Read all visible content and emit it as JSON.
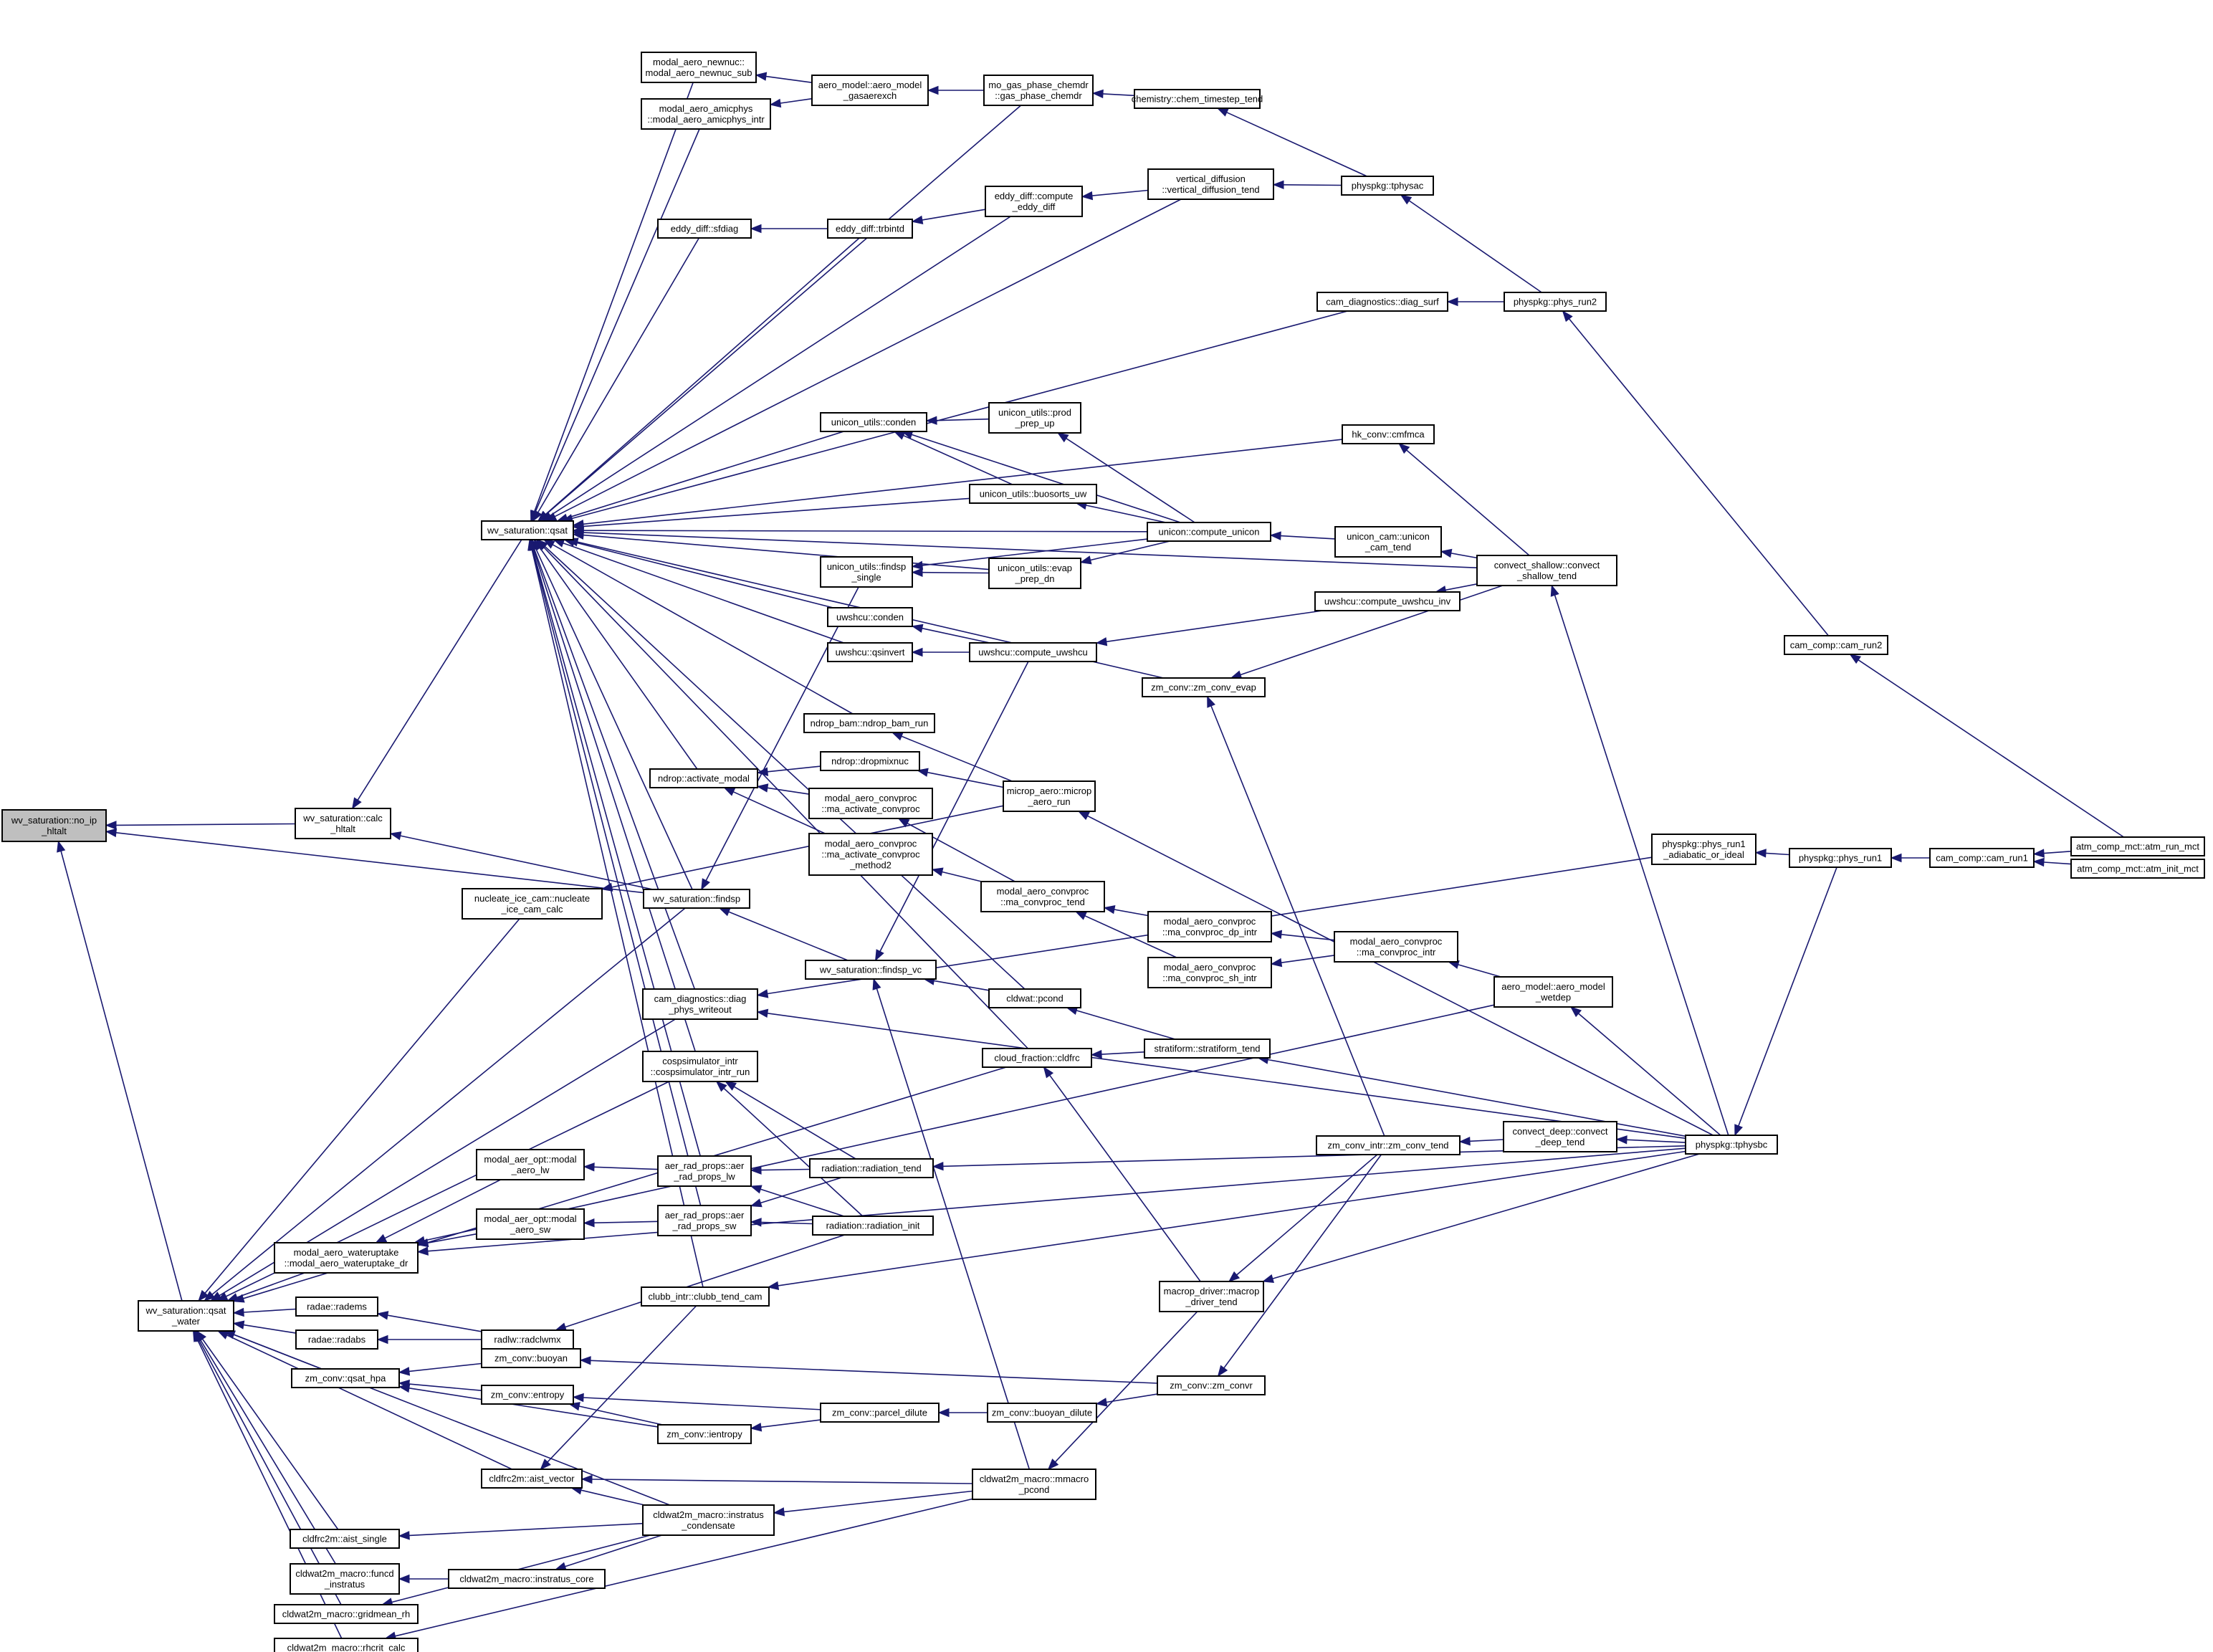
{
  "colors": {
    "edge": "#191970",
    "node_fill": "#ffffff",
    "root_fill": "#bfbfbf",
    "border": "#000000"
  },
  "nodes": [
    {
      "id": "no_ip_hltalt",
      "lines": [
        "wv_saturation::no_ip",
        "_hltalt"
      ],
      "root": true
    },
    {
      "id": "calc_hltalt",
      "lines": [
        "wv_saturation::calc",
        "_hltalt"
      ]
    },
    {
      "id": "qsat",
      "lines": [
        "wv_saturation::qsat"
      ]
    },
    {
      "id": "qsat_water",
      "lines": [
        "wv_saturation::qsat",
        "_water"
      ]
    },
    {
      "id": "findsp",
      "lines": [
        "wv_saturation::findsp"
      ]
    },
    {
      "id": "findsp_vc",
      "lines": [
        "wv_saturation::findsp_vc"
      ]
    },
    {
      "id": "newnuc",
      "lines": [
        "modal_aero_newnuc::",
        "modal_aero_newnuc_sub"
      ]
    },
    {
      "id": "amicphys",
      "lines": [
        "modal_aero_amicphys",
        "::modal_aero_amicphys_intr"
      ]
    },
    {
      "id": "gasaerexch",
      "lines": [
        "aero_model::aero_model",
        "_gasaerexch"
      ]
    },
    {
      "id": "gas_phase",
      "lines": [
        "mo_gas_phase_chemdr",
        "::gas_phase_chemdr"
      ]
    },
    {
      "id": "chem_ts",
      "lines": [
        "chemistry::chem_timestep_tend"
      ]
    },
    {
      "id": "tphysac",
      "lines": [
        "physpkg::tphysac"
      ]
    },
    {
      "id": "vdiff",
      "lines": [
        "vertical_diffusion",
        "::vertical_diffusion_tend"
      ]
    },
    {
      "id": "eddy_compute",
      "lines": [
        "eddy_diff::compute",
        "_eddy_diff"
      ]
    },
    {
      "id": "sfdiag",
      "lines": [
        "eddy_diff::sfdiag"
      ]
    },
    {
      "id": "trbintd",
      "lines": [
        "eddy_diff::trbintd"
      ]
    },
    {
      "id": "diag_surf",
      "lines": [
        "cam_diagnostics::diag_surf"
      ]
    },
    {
      "id": "phys_run2",
      "lines": [
        "physpkg::phys_run2"
      ]
    },
    {
      "id": "cam_run2",
      "lines": [
        "cam_comp::cam_run2"
      ]
    },
    {
      "id": "atm_run",
      "lines": [
        "atm_comp_mct::atm_run_mct"
      ]
    },
    {
      "id": "atm_init",
      "lines": [
        "atm_comp_mct::atm_init_mct"
      ]
    },
    {
      "id": "cam_run1",
      "lines": [
        "cam_comp::cam_run1"
      ]
    },
    {
      "id": "phys_run1",
      "lines": [
        "physpkg::phys_run1"
      ]
    },
    {
      "id": "phys_run1_ai",
      "lines": [
        "physpkg::phys_run1",
        "_adiabatic_or_ideal"
      ]
    },
    {
      "id": "tphysbc",
      "lines": [
        "physpkg::tphysbc"
      ]
    },
    {
      "id": "conden",
      "lines": [
        "unicon_utils::conden"
      ]
    },
    {
      "id": "prod_prep",
      "lines": [
        "unicon_utils::prod",
        "_prep_up"
      ]
    },
    {
      "id": "buosorts",
      "lines": [
        "unicon_utils::buosorts_uw"
      ]
    },
    {
      "id": "compute_unicon",
      "lines": [
        "unicon::compute_unicon"
      ]
    },
    {
      "id": "unicon_cam",
      "lines": [
        "unicon_cam::unicon",
        "_cam_tend"
      ]
    },
    {
      "id": "hk_cmfmca",
      "lines": [
        "hk_conv::cmfmca"
      ]
    },
    {
      "id": "convect_shallow",
      "lines": [
        "convect_shallow::convect",
        "_shallow_tend"
      ]
    },
    {
      "id": "findsp_single",
      "lines": [
        "unicon_utils::findsp",
        "_single"
      ]
    },
    {
      "id": "evap_prep",
      "lines": [
        "unicon_utils::evap",
        "_prep_dn"
      ]
    },
    {
      "id": "uw_conden",
      "lines": [
        "uwshcu::conden"
      ]
    },
    {
      "id": "uw_qsinvert",
      "lines": [
        "uwshcu::qsinvert"
      ]
    },
    {
      "id": "uw_compute",
      "lines": [
        "uwshcu::compute_uwshcu"
      ]
    },
    {
      "id": "uw_inv",
      "lines": [
        "uwshcu::compute_uwshcu_inv"
      ]
    },
    {
      "id": "zm_conv_evap",
      "lines": [
        "zm_conv::zm_conv_evap"
      ]
    },
    {
      "id": "ndrop_bam",
      "lines": [
        "ndrop_bam::ndrop_bam_run"
      ]
    },
    {
      "id": "dropmixnuc",
      "lines": [
        "ndrop::dropmixnuc"
      ]
    },
    {
      "id": "activate_modal",
      "lines": [
        "ndrop::activate_modal"
      ]
    },
    {
      "id": "microp_aero",
      "lines": [
        "microp_aero::microp",
        "_aero_run"
      ]
    },
    {
      "id": "ma_activate",
      "lines": [
        "modal_aero_convproc",
        "::ma_activate_convproc"
      ]
    },
    {
      "id": "ma_activate2",
      "lines": [
        "modal_aero_convproc",
        "::ma_activate_convproc",
        "_method2"
      ]
    },
    {
      "id": "ma_convproc_tend",
      "lines": [
        "modal_aero_convproc",
        "::ma_convproc_tend"
      ]
    },
    {
      "id": "ma_dp",
      "lines": [
        "modal_aero_convproc",
        "::ma_convproc_dp_intr"
      ]
    },
    {
      "id": "ma_sh",
      "lines": [
        "modal_aero_convproc",
        "::ma_convproc_sh_intr"
      ]
    },
    {
      "id": "ma_intr",
      "lines": [
        "modal_aero_convproc",
        "::ma_convproc_intr"
      ]
    },
    {
      "id": "wetdep",
      "lines": [
        "aero_model::aero_model",
        "_wetdep"
      ]
    },
    {
      "id": "nucleate",
      "lines": [
        "nucleate_ice_cam::nucleate",
        "_ice_cam_calc"
      ]
    },
    {
      "id": "cldwat_pcond",
      "lines": [
        "cldwat::pcond"
      ]
    },
    {
      "id": "diag_phys",
      "lines": [
        "cam_diagnostics::diag",
        "_phys_writeout"
      ]
    },
    {
      "id": "cldfrc",
      "lines": [
        "cloud_fraction::cldfrc"
      ]
    },
    {
      "id": "stratiform",
      "lines": [
        "stratiform::stratiform_tend"
      ]
    },
    {
      "id": "cosp",
      "lines": [
        "cospsimulator_intr",
        "::cospsimulator_intr_run"
      ]
    },
    {
      "id": "zm_conv_tend",
      "lines": [
        "zm_conv_intr::zm_conv_tend"
      ]
    },
    {
      "id": "convect_deep",
      "lines": [
        "convect_deep::convect",
        "_deep_tend"
      ]
    },
    {
      "id": "aer_lw_opt",
      "lines": [
        "modal_aer_opt::modal",
        "_aero_lw"
      ]
    },
    {
      "id": "aer_rad_lw",
      "lines": [
        "aer_rad_props::aer",
        "_rad_props_lw"
      ]
    },
    {
      "id": "rad_tend",
      "lines": [
        "radiation::radiation_tend"
      ]
    },
    {
      "id": "aer_sw_opt",
      "lines": [
        "modal_aer_opt::modal",
        "_aero_sw"
      ]
    },
    {
      "id": "aer_rad_sw",
      "lines": [
        "aer_rad_props::aer",
        "_rad_props_sw"
      ]
    },
    {
      "id": "rad_init",
      "lines": [
        "radiation::radiation_init"
      ]
    },
    {
      "id": "wateruptake",
      "lines": [
        "modal_aero_wateruptake",
        "::modal_aero_wateruptake_dr"
      ]
    },
    {
      "id": "clubb",
      "lines": [
        "clubb_intr::clubb_tend_cam"
      ]
    },
    {
      "id": "macrop_driver",
      "lines": [
        "macrop_driver::macrop",
        "_driver_tend"
      ]
    },
    {
      "id": "radems",
      "lines": [
        "radae::radems"
      ]
    },
    {
      "id": "radabs",
      "lines": [
        "radae::radabs"
      ]
    },
    {
      "id": "radclwmx",
      "lines": [
        "radlw::radclwmx"
      ]
    },
    {
      "id": "qsat_hpa",
      "lines": [
        "zm_conv::qsat_hpa"
      ]
    },
    {
      "id": "buoyan",
      "lines": [
        "zm_conv::buoyan"
      ]
    },
    {
      "id": "zm_convr",
      "lines": [
        "zm_conv::zm_convr"
      ]
    },
    {
      "id": "entropy",
      "lines": [
        "zm_conv::entropy"
      ]
    },
    {
      "id": "parcel_dilute",
      "lines": [
        "zm_conv::parcel_dilute"
      ]
    },
    {
      "id": "buoyan_dilute",
      "lines": [
        "zm_conv::buoyan_dilute"
      ]
    },
    {
      "id": "ientropy",
      "lines": [
        "zm_conv::ientropy"
      ]
    },
    {
      "id": "aist_vector",
      "lines": [
        "cldfrc2m::aist_vector"
      ]
    },
    {
      "id": "mmacro",
      "lines": [
        "cldwat2m_macro::mmacro",
        "_pcond"
      ]
    },
    {
      "id": "instratus",
      "lines": [
        "cldwat2m_macro::instratus",
        "_condensate"
      ]
    },
    {
      "id": "aist_single",
      "lines": [
        "cldfrc2m::aist_single"
      ]
    },
    {
      "id": "funcd",
      "lines": [
        "cldwat2m_macro::funcd",
        "_instratus"
      ]
    },
    {
      "id": "instratus_core",
      "lines": [
        "cldwat2m_macro::instratus_core"
      ]
    },
    {
      "id": "gridmean",
      "lines": [
        "cldwat2m_macro::gridmean_rh"
      ]
    },
    {
      "id": "rhcrit",
      "lines": [
        "cldwat2m_macro::rhcrit_calc"
      ]
    }
  ]
}
